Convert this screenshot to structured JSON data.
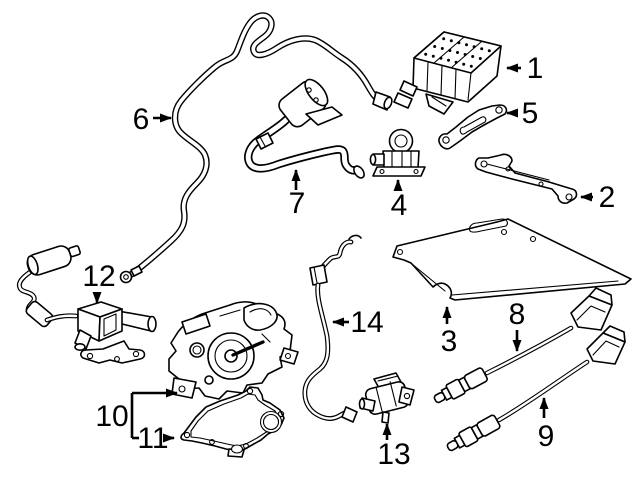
{
  "diagram": {
    "colors": {
      "background": "#ffffff",
      "line": "#000000"
    },
    "callouts": [
      {
        "number": "1"
      },
      {
        "number": "2"
      },
      {
        "number": "3"
      },
      {
        "number": "4"
      },
      {
        "number": "5"
      },
      {
        "number": "6"
      },
      {
        "number": "7"
      },
      {
        "number": "8"
      },
      {
        "number": "9"
      },
      {
        "number": "10"
      },
      {
        "number": "11"
      },
      {
        "number": "12"
      },
      {
        "number": "13"
      },
      {
        "number": "14"
      }
    ]
  }
}
